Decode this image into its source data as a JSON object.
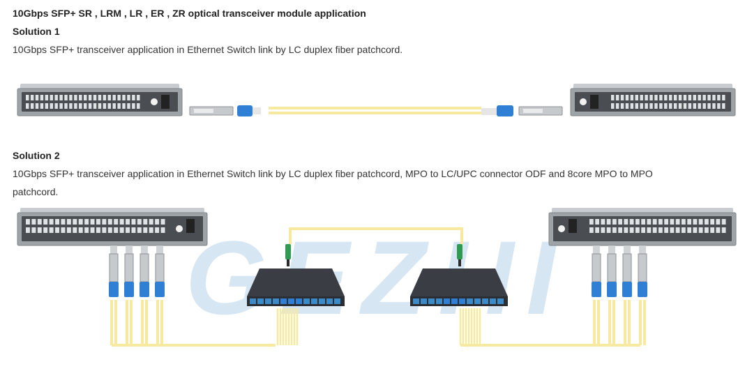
{
  "heading": "10Gbps SFP+ SR , LRM , LR , ER , ZR optical transceiver module application",
  "solution1": {
    "title": "Solution 1",
    "description": "10Gbps SFP+ transceiver application in Ethernet Switch link by LC duplex fiber patchcord."
  },
  "solution2": {
    "title": "Solution 2",
    "description_line1": "10Gbps SFP+ transceiver application in Ethernet Switch link by LC duplex fiber patchcord, MPO to LC/UPC connector ODF and 8core MPO to MPO",
    "description_line2": "patchcord."
  },
  "watermark": "GEZHI",
  "colors": {
    "switch_body": "#9ea3a7",
    "switch_front": "#4a4e52",
    "fiber": "#f7e9a0",
    "connector": "#2f7fd4",
    "sfp": "#c6cacd",
    "odf": "#2b2e33",
    "mpo": "#2e9a52",
    "watermark": "#d6e6f3"
  },
  "icons": {
    "switch": "network-switch-icon",
    "sfp": "sfp-module-icon",
    "lc": "lc-duplex-connector-icon",
    "odf": "mpo-odf-box-icon"
  }
}
